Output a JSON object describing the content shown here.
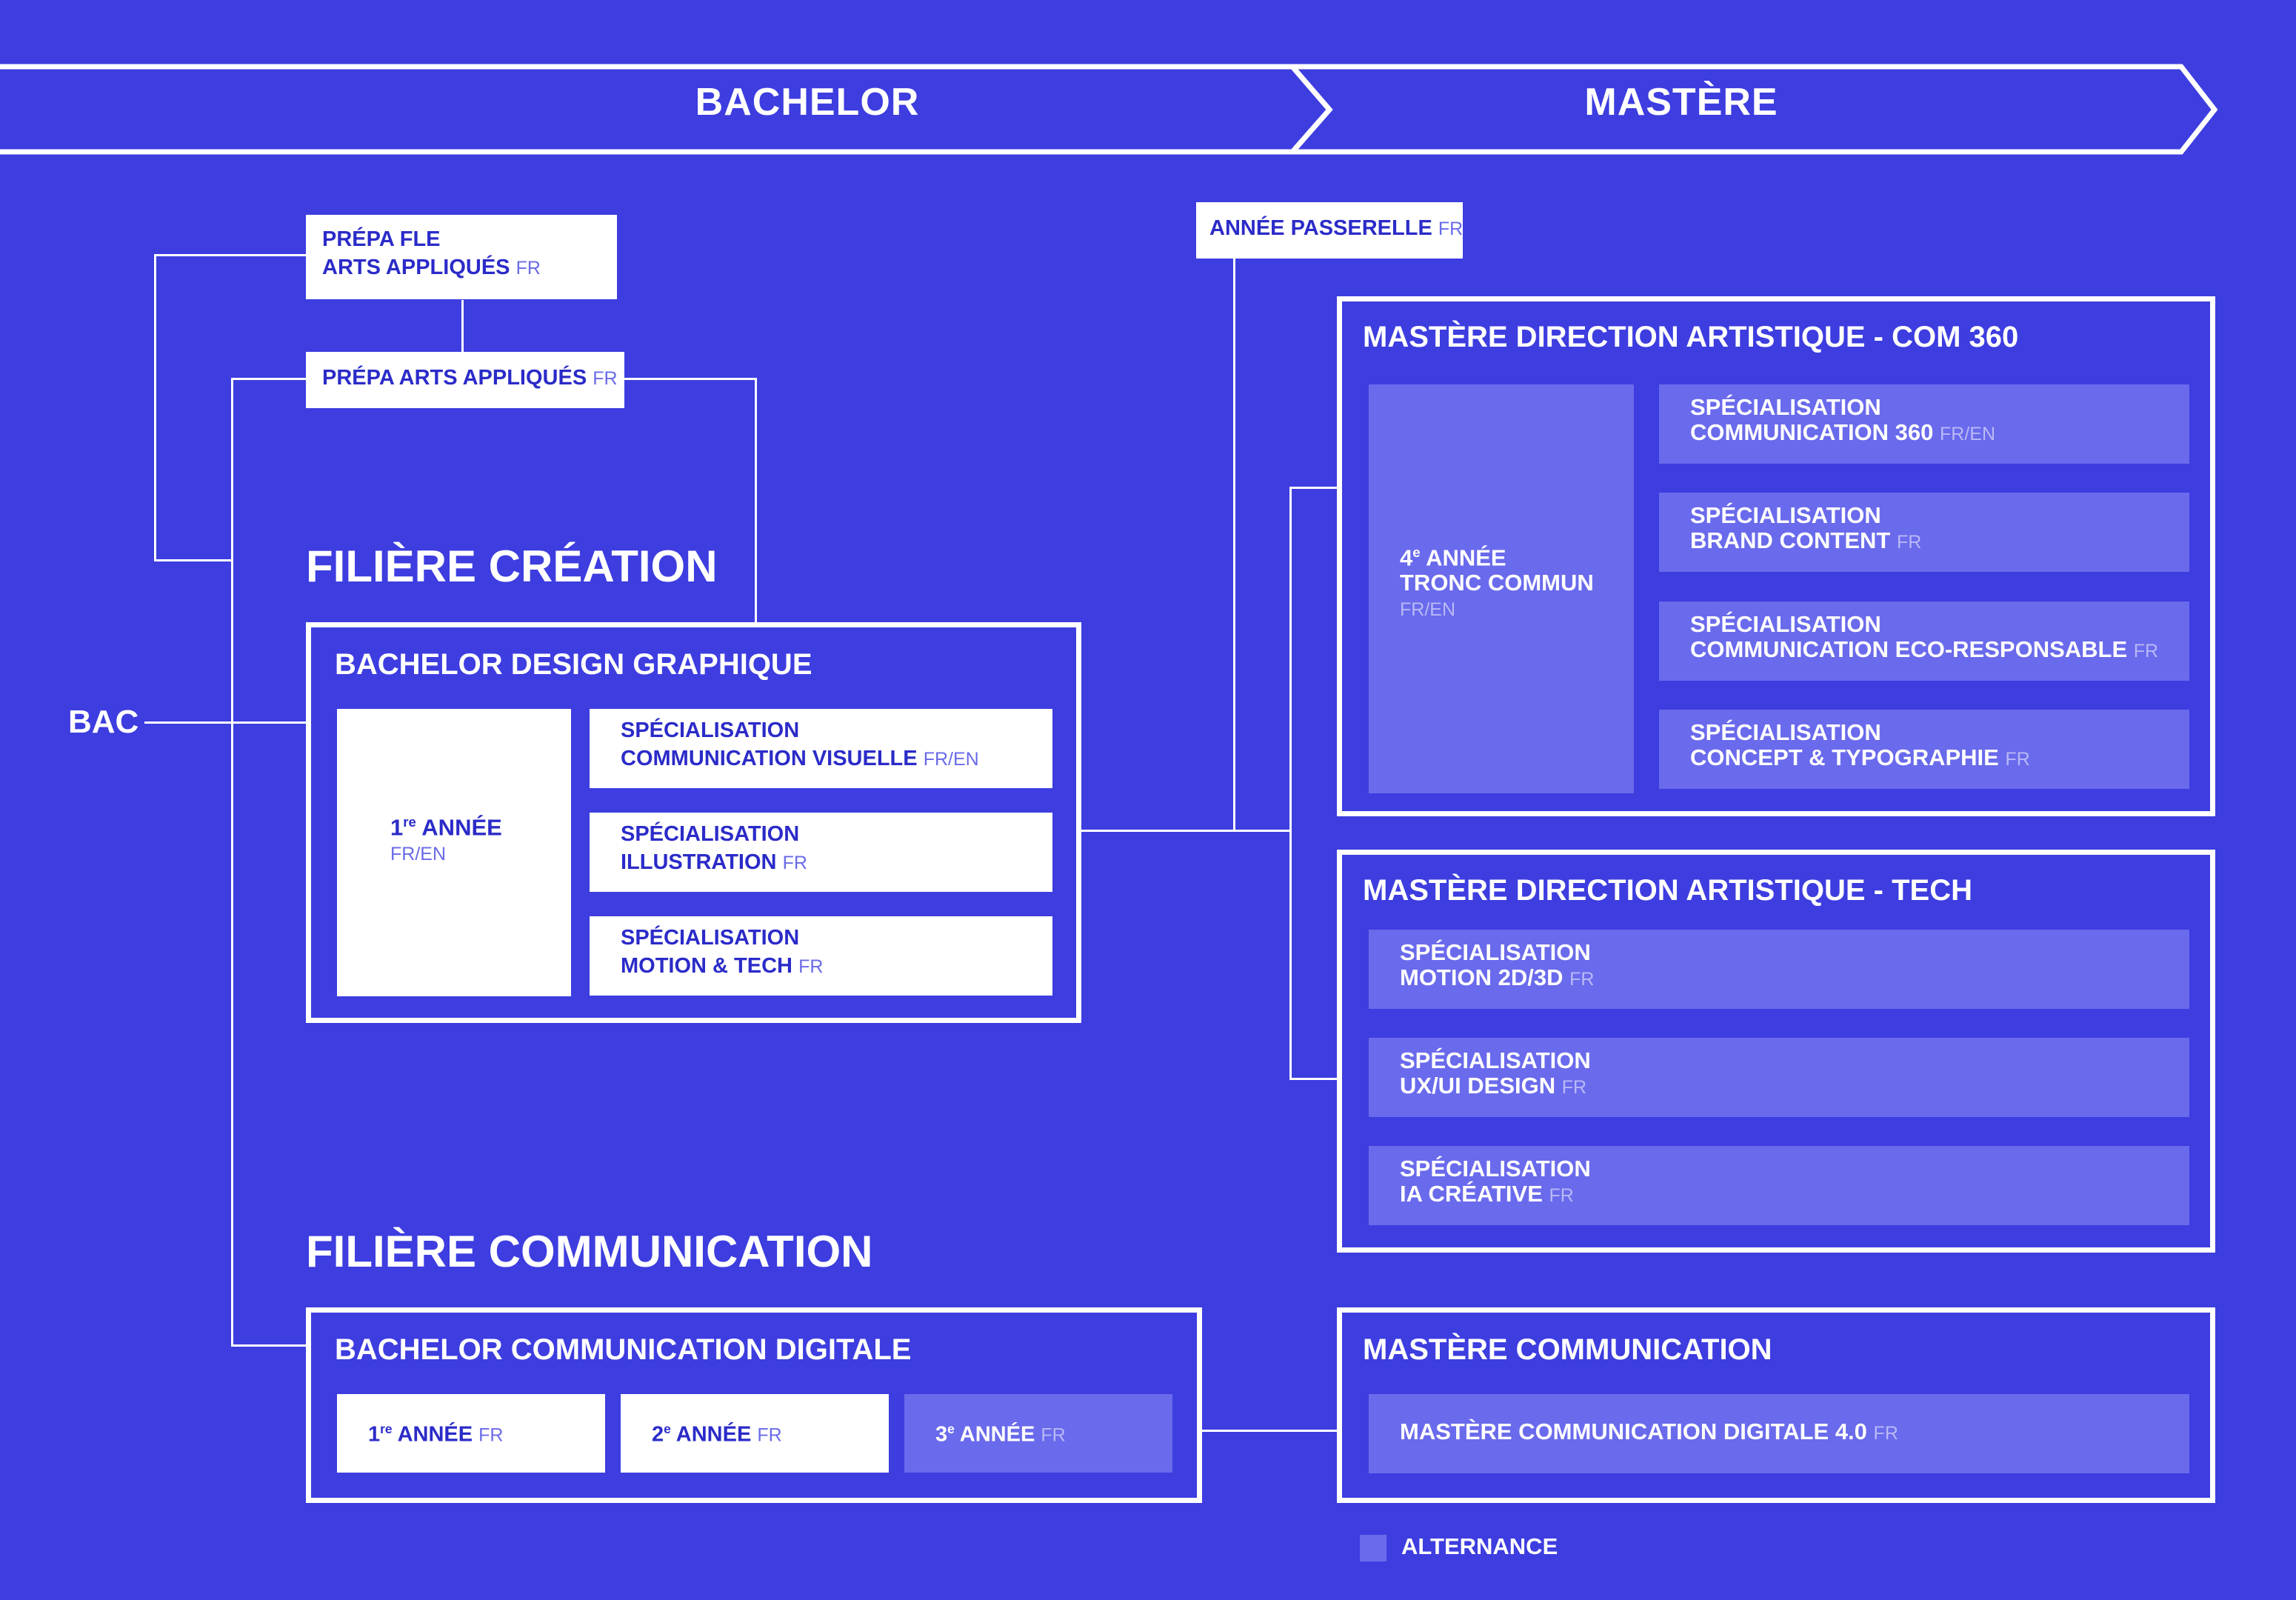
{
  "header": {
    "bachelor_label": "BACHELOR",
    "mastere_label": "MASTÈRE"
  },
  "entry": {
    "bac_label": "BAC"
  },
  "prepa": {
    "fle_line1": "PRÉPA FLE",
    "fle_line2": "ARTS APPLIQUÉS",
    "fle_lang": "FR",
    "arts_label": "PRÉPA ARTS APPLIQUÉS",
    "arts_lang": "FR"
  },
  "passerelle": {
    "label": "ANNÉE PASSERELLE",
    "lang": "FR"
  },
  "filiere_creation": {
    "title": "FILIÈRE CRÉATION",
    "bachelor_title": "BACHELOR DESIGN GRAPHIQUE",
    "first_year": {
      "num": "1",
      "sup": "re",
      "label": "ANNÉE",
      "lang": "FR/EN"
    },
    "specializations": [
      {
        "line1": "SPÉCIALISATION",
        "line2": "COMMUNICATION VISUELLE",
        "lang": "FR/EN"
      },
      {
        "line1": "SPÉCIALISATION",
        "line2": "ILLUSTRATION",
        "lang": "FR"
      },
      {
        "line1": "SPÉCIALISATION",
        "line2": "MOTION & TECH",
        "lang": "FR"
      }
    ]
  },
  "filiere_communication": {
    "title": "FILIÈRE COMMUNICATION",
    "bachelor_title": "BACHELOR COMMUNICATION DIGITALE",
    "years": [
      {
        "num": "1",
        "sup": "re",
        "label": "ANNÉE",
        "lang": "FR",
        "alternance": false
      },
      {
        "num": "2",
        "sup": "e",
        "label": "ANNÉE",
        "lang": "FR",
        "alternance": false
      },
      {
        "num": "3",
        "sup": "e",
        "label": "ANNÉE",
        "lang": "FR",
        "alternance": true
      }
    ]
  },
  "mastere_com360": {
    "title": "MASTÈRE DIRECTION ARTISTIQUE - COM 360",
    "tronc": {
      "num": "4",
      "sup": "e",
      "line1": "ANNÉE",
      "line2": "TRONC COMMUN",
      "lang": "FR/EN"
    },
    "specializations": [
      {
        "line1": "SPÉCIALISATION",
        "line2": "COMMUNICATION 360",
        "lang": "FR/EN"
      },
      {
        "line1": "SPÉCIALISATION",
        "line2": "BRAND CONTENT",
        "lang": "FR"
      },
      {
        "line1": "SPÉCIALISATION",
        "line2": "COMMUNICATION ECO-RESPONSABLE",
        "lang": "FR"
      },
      {
        "line1": "SPÉCIALISATION",
        "line2": "CONCEPT & TYPOGRAPHIE",
        "lang": "FR"
      }
    ]
  },
  "mastere_tech": {
    "title": "MASTÈRE DIRECTION ARTISTIQUE - TECH",
    "specializations": [
      {
        "line1": "SPÉCIALISATION",
        "line2": "MOTION 2D/3D",
        "lang": "FR"
      },
      {
        "line1": "SPÉCIALISATION",
        "line2": "UX/UI DESIGN",
        "lang": "FR"
      },
      {
        "line1": "SPÉCIALISATION",
        "line2": "IA CRÉATIVE",
        "lang": "FR"
      }
    ]
  },
  "mastere_communication": {
    "title": "MASTÈRE COMMUNICATION",
    "program": {
      "label": "MASTÈRE COMMUNICATION DIGITALE 4.0",
      "lang": "FR"
    }
  },
  "legend": {
    "label": "ALTERNANCE",
    "color": "#6a6aec"
  },
  "colors": {
    "background": "#3d3de0",
    "alternance": "#6a6aec",
    "white": "#ffffff",
    "text_blue": "#2b2bc9"
  }
}
